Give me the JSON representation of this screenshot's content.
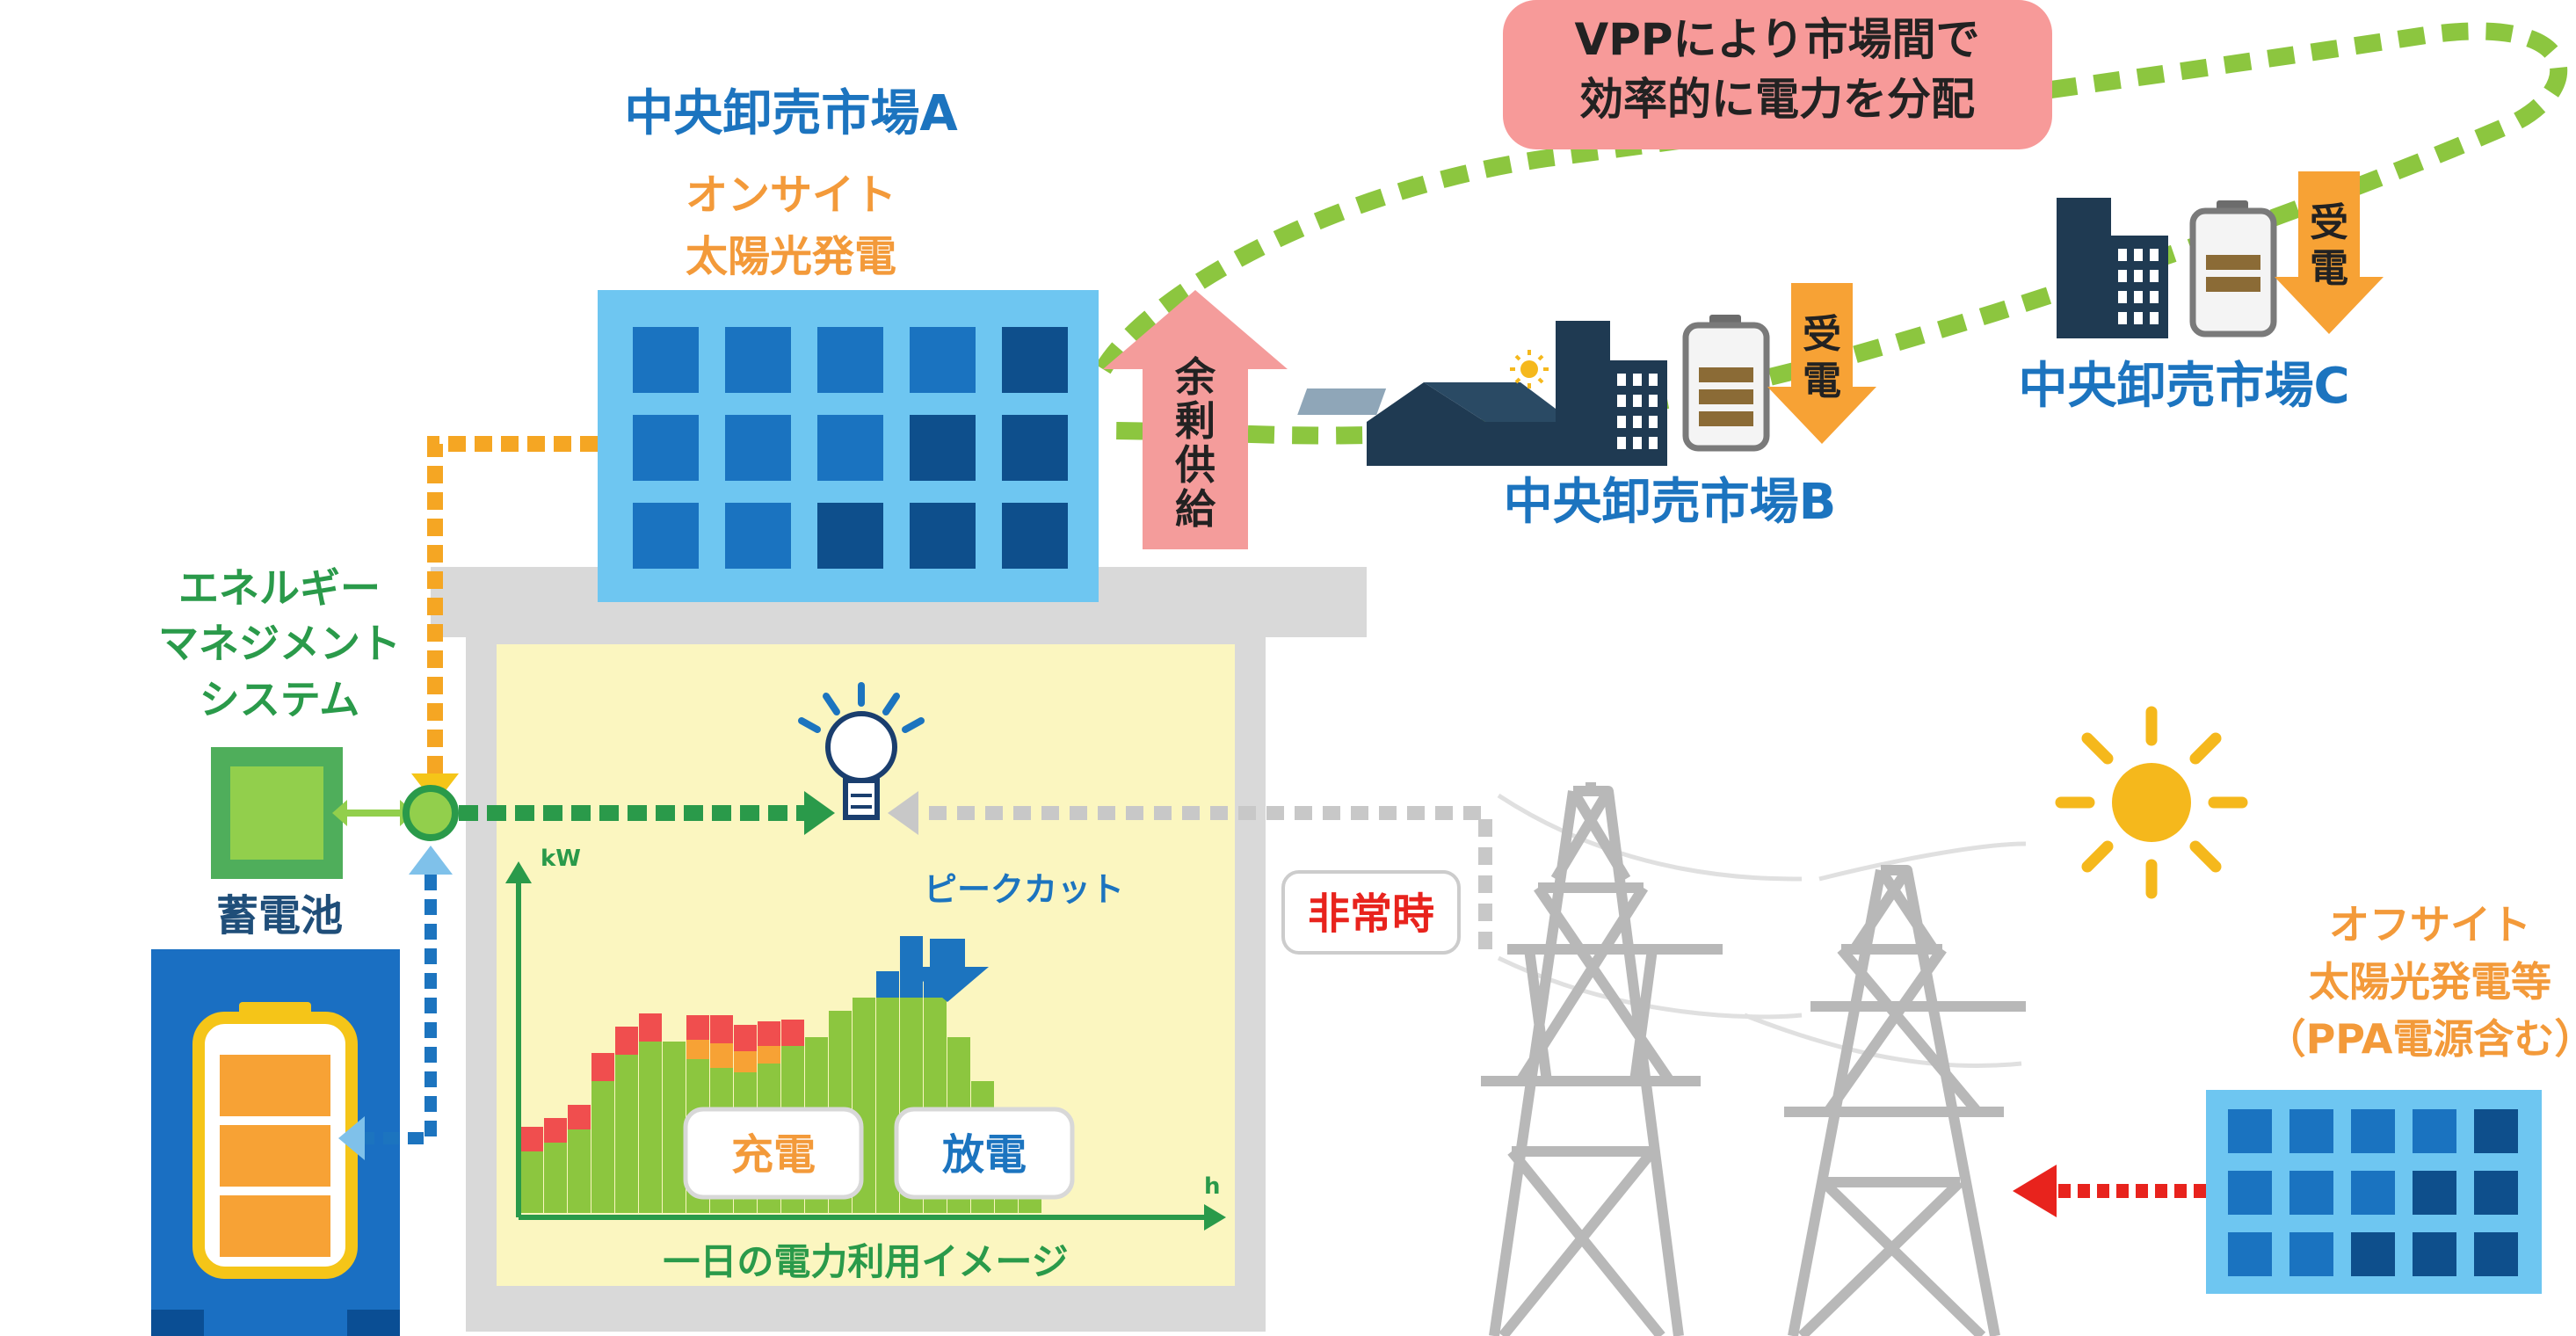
{
  "title_vpp": [
    "VPPにより市場間で",
    "効率的に電力を分配"
  ],
  "market_a": "中央卸売市場A",
  "market_b": "中央卸売市場B",
  "market_c": "中央卸売市場C",
  "onsite_solar": [
    "オンサイト",
    "太陽光発電"
  ],
  "surplus_supply": [
    "余",
    "剰",
    "供",
    "給"
  ],
  "receive_power": [
    "受",
    "電"
  ],
  "ems": [
    "エネルギー",
    "マネジメント",
    "システム"
  ],
  "battery_label": "蓄電池",
  "emergency": "非常時",
  "offsite": [
    "オフサイト",
    "太陽光発電等",
    "（PPA電源含む）"
  ],
  "chart": {
    "title": "一日の電力利用イメージ",
    "y_unit": "kW",
    "x_unit": "h",
    "peak_cut": "ピークカット",
    "charge": "充電",
    "discharge": "放電"
  },
  "colors": {
    "panel_light": "#6ec6f1",
    "cell_blue": "#1a73c0",
    "cell_dark": "#0e4f8c",
    "line_green": "#8cc63f",
    "line_orange": "#f39a3a",
    "battery_orange": "#f7a235",
    "chart_bg": "#fbf6c0",
    "bubble": "#f79a99",
    "arrow_pink": "#f49c9b",
    "building_gray": "#d9d9d9",
    "sun": "#f5b81c"
  }
}
